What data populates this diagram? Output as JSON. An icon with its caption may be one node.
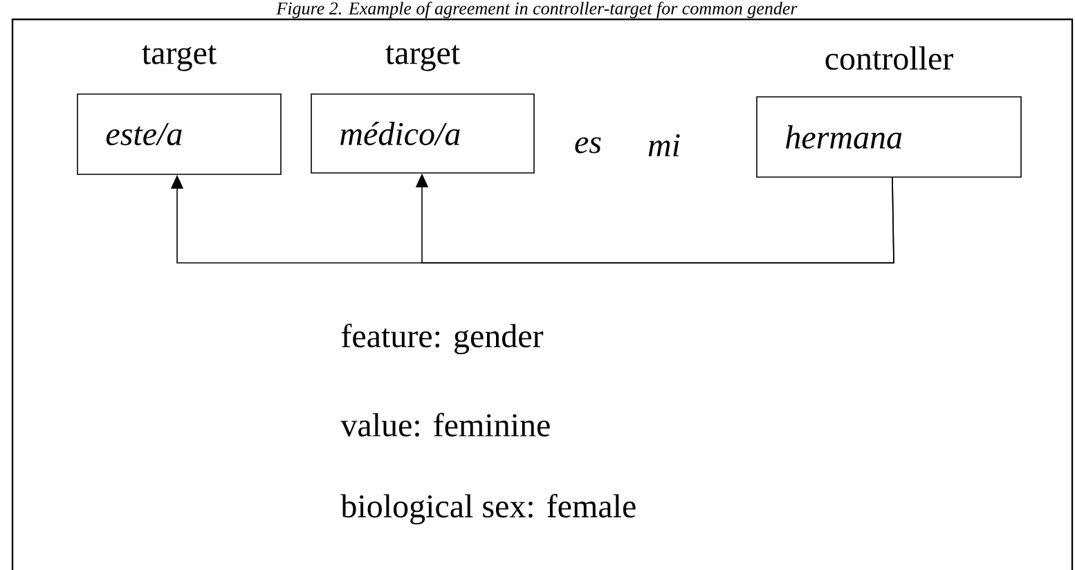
{
  "diagram": {
    "title": "Figure 2. Example of agreement in controller-target for common gender",
    "nodes": [
      {
        "text": [
          "*este/a*"
        ],
        "beside": [
          "target"
        ]
      },
      {
        "text": [
          "*médico/a*"
        ],
        "beside": [
          "target"
        ]
      },
      {
        "text": [
          "*hermana*"
        ],
        "beside": [
          "controller"
        ]
      }
    ],
    "edges": [
      {
        "from": 2,
        "to": 0,
        "arrow": "to"
      },
      {
        "from": 2,
        "to": 1,
        "arrow": "to"
      }
    ],
    "labels": [
      "*es*",
      "*mi*",
      "feature: gender",
      "value: feminine",
      "biological sex: female"
    ]
  }
}
